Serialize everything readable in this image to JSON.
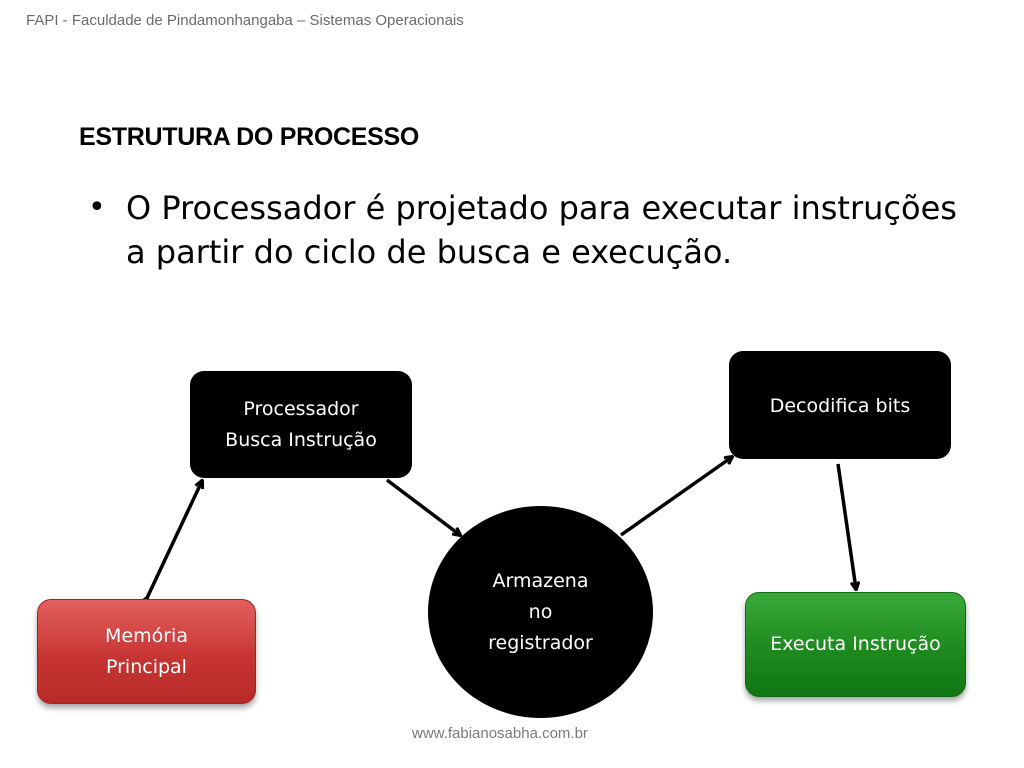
{
  "header": "FAPI - Faculdade de Pindamonhangaba – Sistemas Operacionais",
  "title": "ESTRUTURA DO PROCESSO",
  "bullet": {
    "symbol": "•",
    "text": "O Processador é projetado para executar instruções a partir do ciclo de busca  e execução."
  },
  "diagram": {
    "nodes": {
      "processador": "Processador\nBusca Instrução",
      "decodifica": "Decodifica bits",
      "armazena": "Armazena\nno\nregistrador",
      "memoria": "Memória\nPrincipal",
      "executa": "Executa Instrução"
    },
    "colors": {
      "dark_node": "#000000",
      "memoria": "#c73533",
      "executa": "#1d8a1f"
    }
  },
  "footer": "www.fabianosabha.com.br"
}
